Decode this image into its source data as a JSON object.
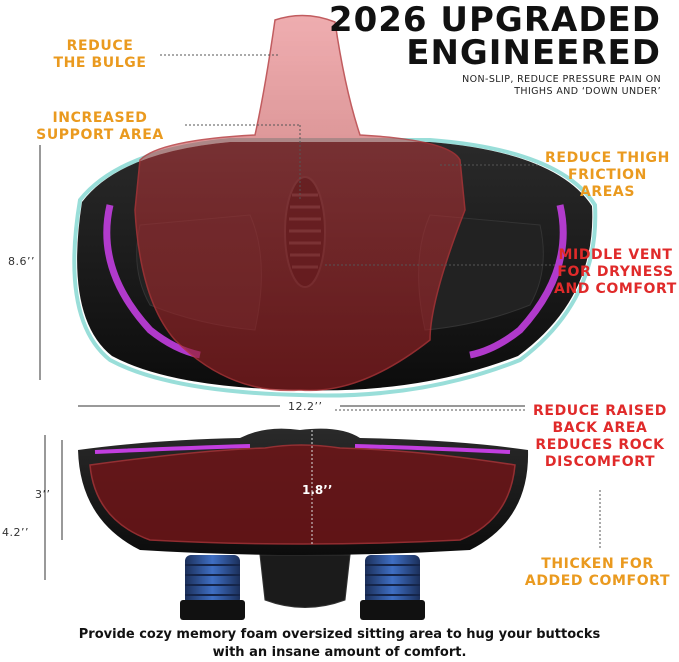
{
  "header": {
    "line1": "2026 UPGRADED",
    "line2": "ENGINEERED",
    "subtitle_line1": "NON-SLIP, REDUCE PRESSURE PAIN ON",
    "subtitle_line2": "THIGHS AND ‘DOWN UNDER’"
  },
  "callouts": {
    "reduce_bulge": [
      "REDUCE",
      "THE BULGE"
    ],
    "support_area": [
      "INCREASED",
      "SUPPORT AREA"
    ],
    "thigh_friction": [
      "REDUCE THIGH",
      "FRICTION AREAS"
    ],
    "middle_vent": [
      "MIDDLE VENT",
      "FOR DRYNESS",
      "AND COMFORT"
    ],
    "raised_back": [
      "REDUCE RAISED",
      "BACK AREA",
      "REDUCES ROCK",
      "DISCOMFORT"
    ],
    "thicken": [
      "THICKEN FOR",
      "ADDED COMFORT"
    ]
  },
  "dimensions": {
    "height_top": "8.6’’",
    "width": "12.2’’",
    "side_3": "3’’",
    "side_42": "4.2’’",
    "center": "1.8’’"
  },
  "footer": {
    "line1": "Provide cozy memory foam oversized sitting area to hug your buttocks",
    "line2": "with an insane amount of comfort."
  },
  "colors": {
    "orange": "#ea9a1f",
    "red": "#e02a2a",
    "purple_accent": "#c23ee0",
    "seat_black": "#151515",
    "overlay_red": "#c0392b",
    "spring_blue": "#2e5aa8"
  }
}
